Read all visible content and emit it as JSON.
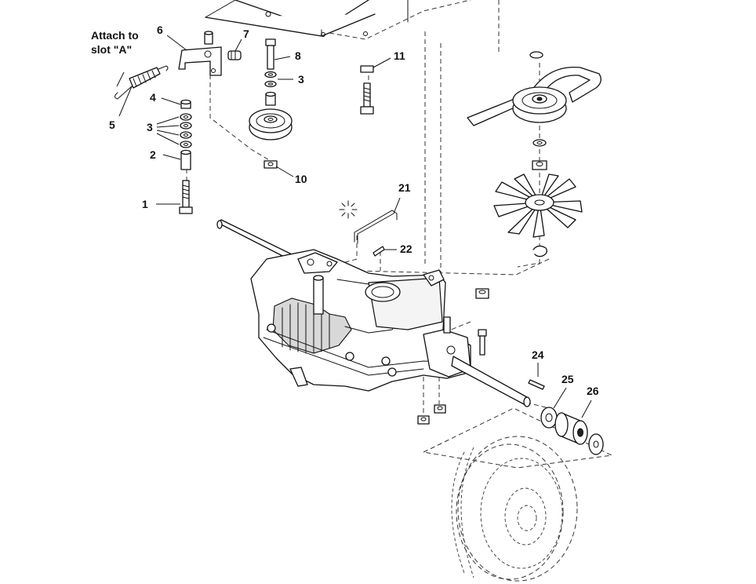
{
  "diagram": {
    "note_line1": "Attach to",
    "note_line2": "slot \"A\"",
    "callouts": {
      "c1": "1",
      "c2": "2",
      "c3a": "3",
      "c3b": "3",
      "c4": "4",
      "c5": "5",
      "c6": "6",
      "c7": "7",
      "c8": "8",
      "c10": "10",
      "c11": "11",
      "c21": "21",
      "c22": "22",
      "c24": "24",
      "c25": "25",
      "c26": "26"
    },
    "colors": {
      "line": "#111111",
      "background": "#ffffff"
    }
  }
}
